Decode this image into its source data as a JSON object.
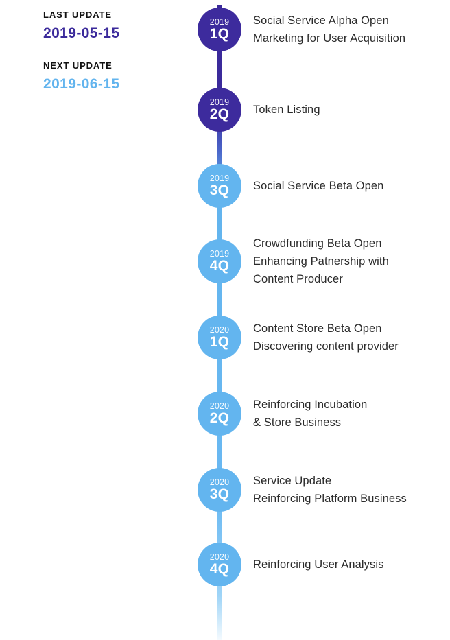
{
  "page": {
    "title": "Roadmap Timeline",
    "background": "#ffffff"
  },
  "updates": {
    "last": {
      "label": "LAST UPDATE",
      "date": "2019-05-15",
      "color": "#3b2a9b"
    },
    "next": {
      "label": "NEXT UPDATE",
      "date": "2019-06-15",
      "color": "#62b4ee"
    }
  },
  "colors": {
    "dark_node": "#3d2b9d",
    "light_node": "#63b5ef",
    "text": "#2b2b2b",
    "label": "#111111"
  },
  "timeline": {
    "milestones": [
      {
        "year": "2019",
        "quarter": "1Q",
        "tone": "dark",
        "lines": [
          "Social Service Alpha Open",
          "Marketing for User Acquisition"
        ]
      },
      {
        "year": "2019",
        "quarter": "2Q",
        "tone": "dark",
        "lines": [
          "Token Listing"
        ]
      },
      {
        "year": "2019",
        "quarter": "3Q",
        "tone": "light",
        "lines": [
          "Social Service Beta Open"
        ]
      },
      {
        "year": "2019",
        "quarter": "4Q",
        "tone": "light",
        "lines": [
          "Crowdfunding Beta Open",
          "Enhancing Patnership with",
          "Content Producer"
        ]
      },
      {
        "year": "2020",
        "quarter": "1Q",
        "tone": "light",
        "lines": [
          "Content Store Beta Open",
          "Discovering content provider"
        ]
      },
      {
        "year": "2020",
        "quarter": "2Q",
        "tone": "light",
        "lines": [
          "Reinforcing Incubation",
          "& Store Business"
        ]
      },
      {
        "year": "2020",
        "quarter": "3Q",
        "tone": "light",
        "lines": [
          "Service Update",
          "Reinforcing Platform Business"
        ]
      },
      {
        "year": "2020",
        "quarter": "4Q",
        "tone": "light",
        "lines": [
          "Reinforcing User Analysis"
        ]
      }
    ]
  }
}
